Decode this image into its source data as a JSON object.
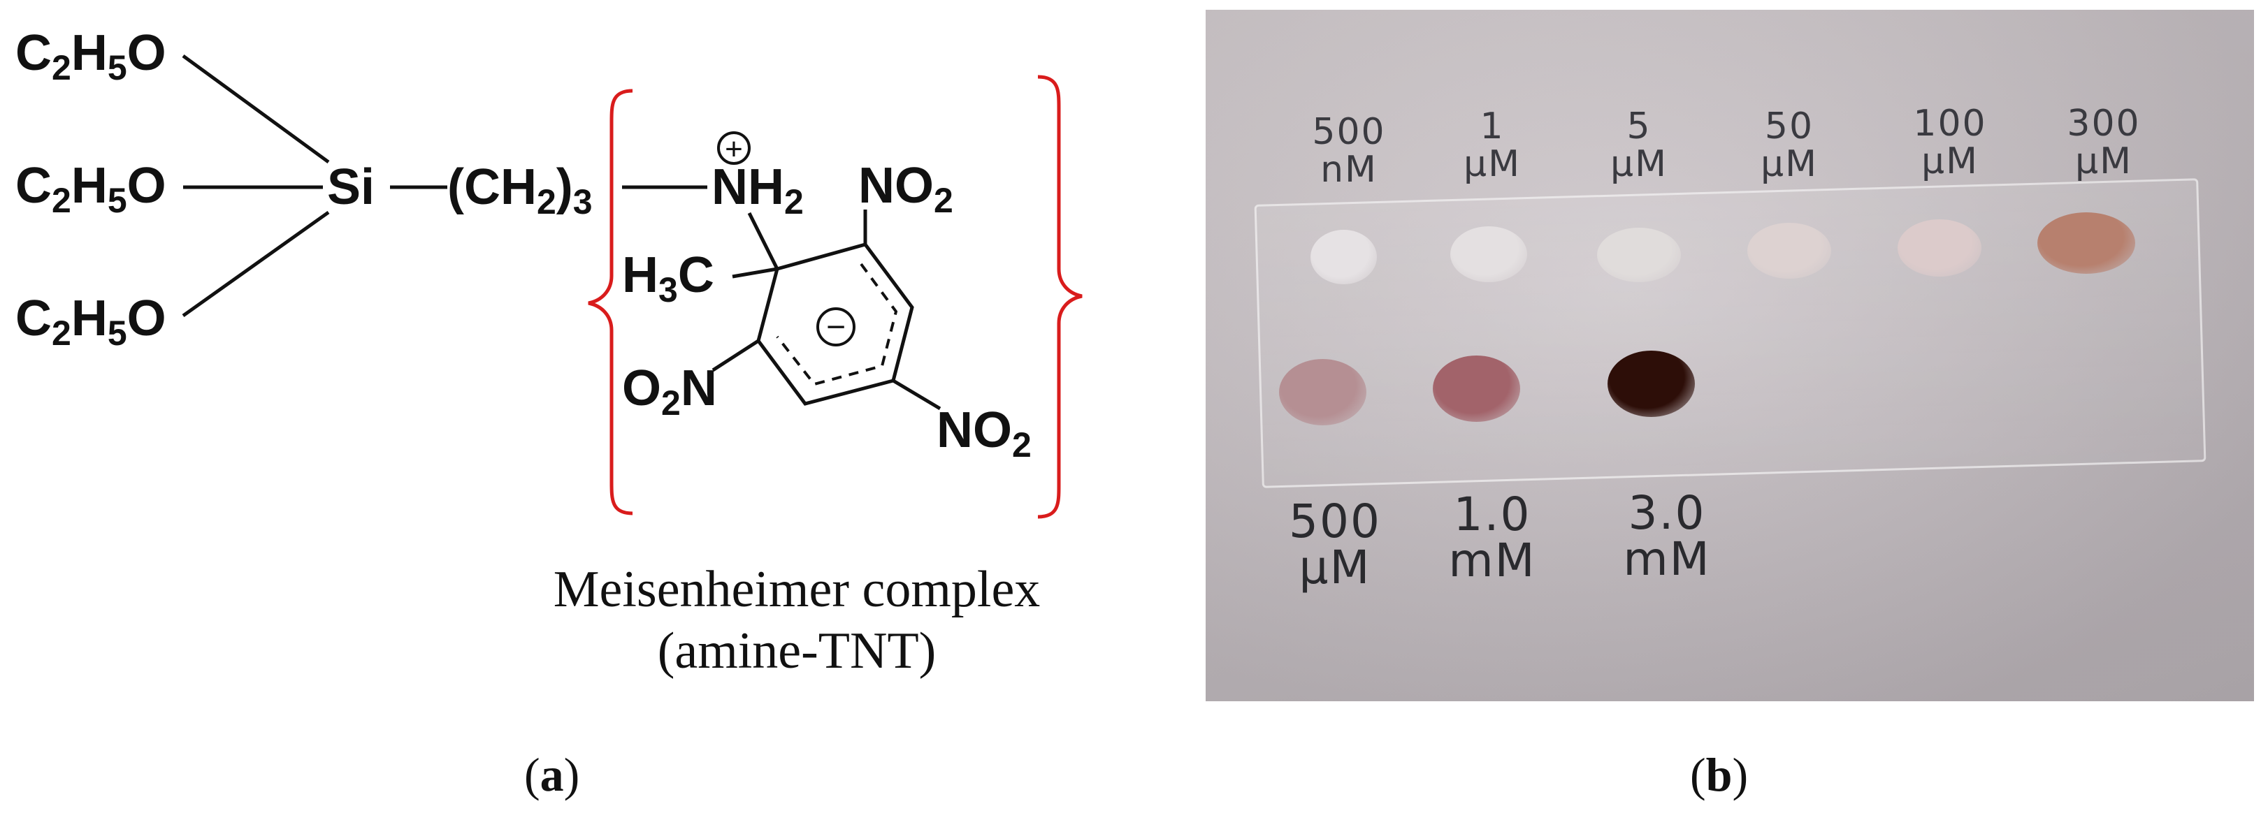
{
  "panel_a": {
    "label_letter": "a",
    "ethoxy_1": "C2H5O",
    "ethoxy_2": "C2H5O",
    "ethoxy_3": "C2H5O",
    "silicon": "Si",
    "propyl_linker": "(CH2)3",
    "ammonium": "NH2",
    "positive_charge": "+",
    "negative_charge": "−",
    "methyl": "H3C",
    "nitro_top": "NO2",
    "nitro_left": "O2N",
    "nitro_right": "NO2",
    "caption_line1": "Meisenheimer complex",
    "caption_line2": "(amine-TNT)"
  },
  "panel_b": {
    "label_letter": "b",
    "top_row_labels": [
      {
        "value": "500",
        "unit": "nM"
      },
      {
        "value": "1",
        "unit": "μM"
      },
      {
        "value": "5",
        "unit": "μM"
      },
      {
        "value": "50",
        "unit": "μM"
      },
      {
        "value": "100",
        "unit": "μM"
      },
      {
        "value": "300",
        "unit": "μM"
      }
    ],
    "bottom_row_labels": [
      {
        "value": "500",
        "unit": "μM"
      },
      {
        "value": "1.0",
        "unit": "mM"
      },
      {
        "value": "3.0",
        "unit": "mM"
      }
    ],
    "spot_colors": {
      "top": [
        "#e6e2e4",
        "#e4e0e1",
        "#e0dcdb",
        "#ddd2d1",
        "#dccbcb",
        "#b7806e"
      ],
      "bottom": [
        "#b58f93",
        "#a2636a",
        "#2d0e08"
      ]
    }
  }
}
